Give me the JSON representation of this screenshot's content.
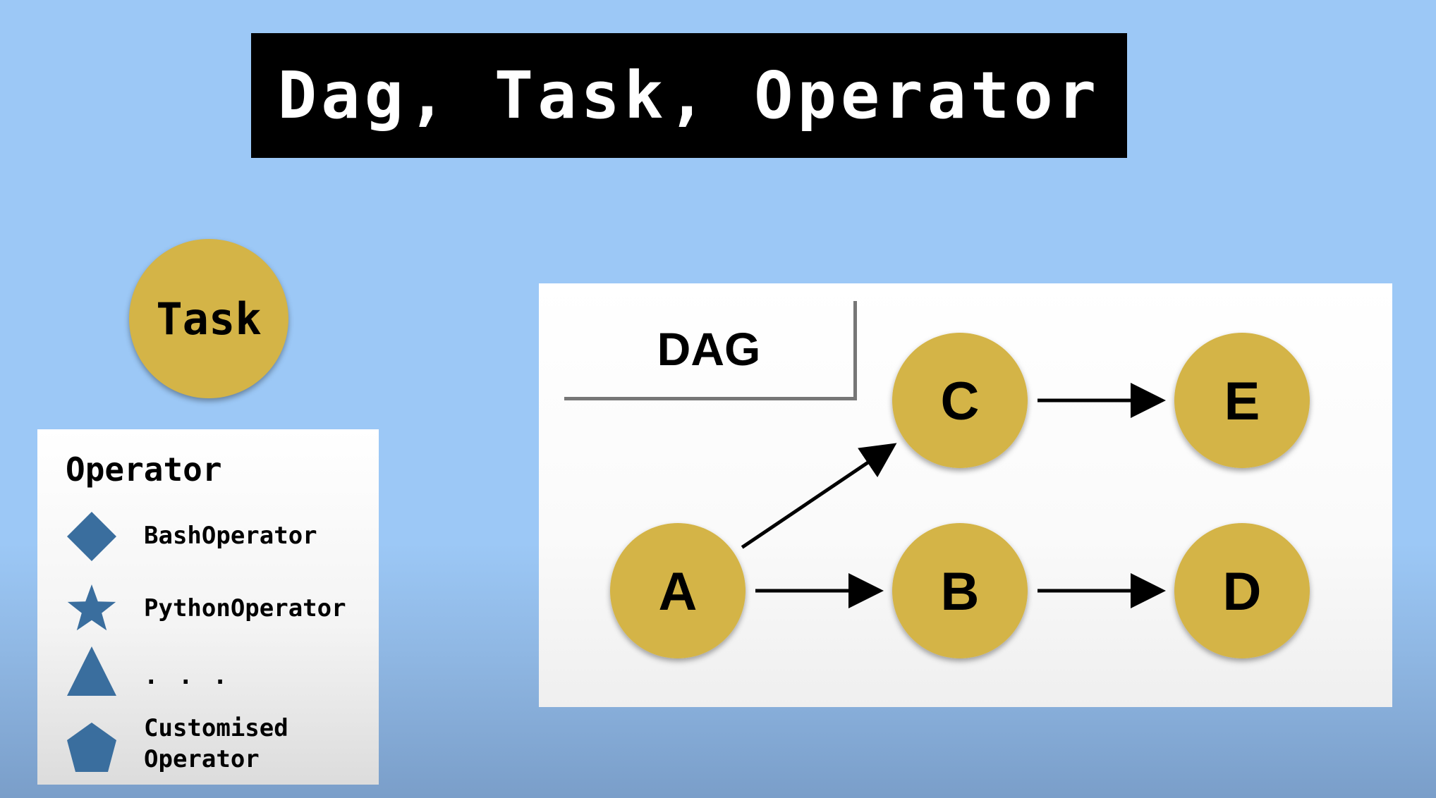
{
  "title": "Dag, Task, Operator",
  "task": {
    "label": "Task",
    "color": "#d4b447"
  },
  "operator": {
    "heading": "Operator",
    "icon_color": "#3a6e9e",
    "items": [
      {
        "icon": "diamond-icon",
        "label": "BashOperator"
      },
      {
        "icon": "star-icon",
        "label": "PythonOperator"
      },
      {
        "icon": "triangle-icon",
        "label": ". . ."
      },
      {
        "icon": "pentagon-icon",
        "label": "Customised\nOperator"
      }
    ]
  },
  "dag": {
    "label": "DAG",
    "node_color": "#d4b447",
    "nodes": [
      {
        "id": "A",
        "label": "A"
      },
      {
        "id": "B",
        "label": "B"
      },
      {
        "id": "C",
        "label": "C"
      },
      {
        "id": "D",
        "label": "D"
      },
      {
        "id": "E",
        "label": "E"
      }
    ],
    "edges": [
      {
        "from": "A",
        "to": "C"
      },
      {
        "from": "A",
        "to": "B"
      },
      {
        "from": "B",
        "to": "D"
      },
      {
        "from": "C",
        "to": "E"
      }
    ]
  }
}
